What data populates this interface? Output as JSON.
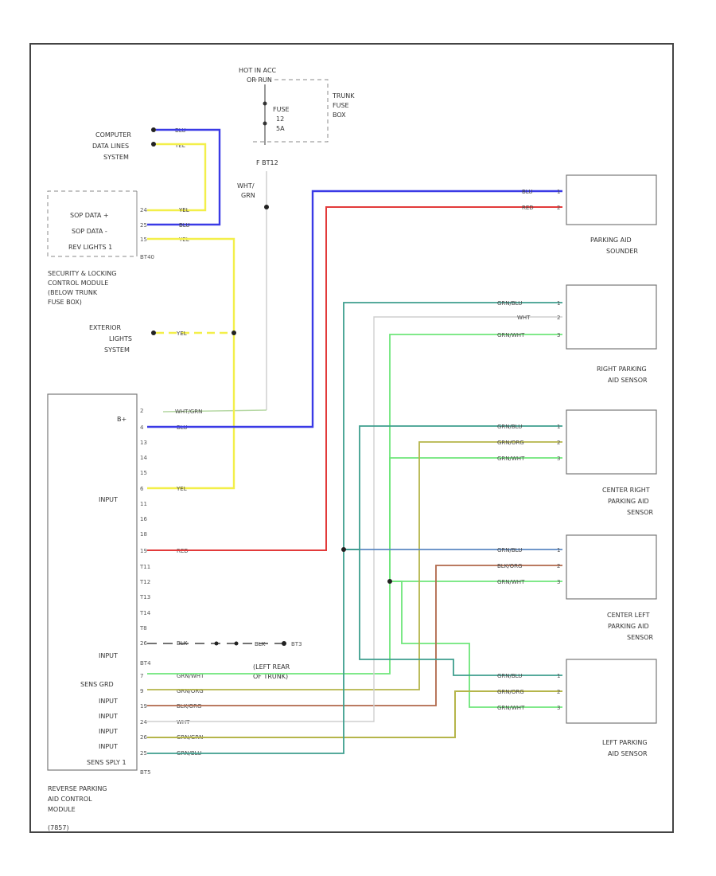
{
  "fuse": {
    "hot_in_place": "HOT IN ACC",
    "or_run": "OR RUN",
    "fuse_label": "FUSE",
    "fuse_number": "12",
    "fuse_amps": "5A",
    "fuse_box": [
      "TRUNK",
      "FUSE",
      "BOX"
    ],
    "connector": "F  BT12",
    "feed_wire": [
      "WHT/",
      "GRN"
    ]
  },
  "computer_data": {
    "label": [
      "COMPUTER",
      "DATA LINES",
      "SYSTEM"
    ],
    "wire1": "BLU",
    "wire2": "YEL"
  },
  "security_module": {
    "pins": [
      {
        "pin": "24",
        "label": "SOP DATA +",
        "wire": "YEL"
      },
      {
        "pin": "25",
        "label": "SOP DATA -",
        "wire": "BLU"
      },
      {
        "pin": "15",
        "label": "REV LIGHTS 1",
        "wire": "YEL"
      }
    ],
    "connector": "BT40",
    "label": [
      "SECURITY & LOCKING",
      "CONTROL MODULE",
      "(BELOW TRUNK",
      "FUSE BOX)"
    ]
  },
  "exterior_lights": {
    "label": [
      "EXTERIOR",
      "LIGHTS",
      "SYSTEM"
    ],
    "wire": "YEL"
  },
  "control_module": {
    "side_labels": {
      "bplus": "B+",
      "input1": "INPUT",
      "input2": "INPUT",
      "sens_grd": "SENS GRD",
      "input3": "INPUT",
      "input4": "INPUT",
      "input5": "INPUT",
      "input6": "INPUT",
      "sens_sply": "SENS SPLY 1"
    },
    "pins_a": [
      "2",
      "4",
      "13",
      "14",
      "15",
      "6",
      "11",
      "16",
      "18",
      "19",
      "T11",
      "T12",
      "T13",
      "T14",
      "T8",
      "26"
    ],
    "pin_labels": {
      "bplus_wire": "WHT/GRN",
      "blu_wire": "BLU",
      "yel_wire": "YEL",
      "red_wire": "RED",
      "gnd_wire": "BLK"
    },
    "connector_b": "BT4",
    "pins_b": [
      "7",
      "9",
      "19",
      "24",
      "26",
      "25"
    ],
    "wires_b": [
      "GRN/WHT",
      "GRN/ORG",
      "BLK/ORG",
      "WHT",
      "GRN/GRN",
      "GRN/BLU"
    ],
    "connector_c": "BT5",
    "label": [
      "REVERSE PARKING",
      "AID CONTROL",
      "MODULE"
    ]
  },
  "ground": {
    "wire": "BLK",
    "connector": "BT3",
    "label": [
      "(LEFT REAR",
      "OF TRUNK)"
    ]
  },
  "sounder": {
    "label": [
      "PARKING AID",
      "SOUNDER"
    ],
    "wires": [
      {
        "color": "BLU",
        "pin": "1"
      },
      {
        "color": "RED",
        "pin": "2"
      }
    ]
  },
  "sensors": [
    {
      "label": [
        "RIGHT PARKING",
        "AID SENSOR"
      ],
      "wires": [
        "GRN/BLU",
        "WHT",
        "GRN/WHT"
      ],
      "pins": [
        "1",
        "2",
        "3"
      ]
    },
    {
      "label": [
        "CENTER RIGHT",
        "PARKING AID",
        "SENSOR"
      ],
      "wires": [
        "GRN/BLU",
        "GRN/ORG",
        "GRN/WHT"
      ],
      "pins": [
        "1",
        "2",
        "3"
      ]
    },
    {
      "label": [
        "CENTER LEFT",
        "PARKING AID",
        "SENSOR"
      ],
      "wires": [
        "GRN/BLU",
        "BLK/ORG",
        "GRN/WHT"
      ],
      "pins": [
        "1",
        "2",
        "3"
      ]
    },
    {
      "label": [
        "LEFT PARKING",
        "AID SENSOR"
      ],
      "wires": [
        "GRN/BLU",
        "GRN/ORG",
        "GRN/WHT"
      ],
      "pins": [
        "1",
        "2",
        "3"
      ]
    }
  ],
  "footer": "(7857)",
  "colors": {
    "blue": "#3a3ae6",
    "red": "#e23a3a",
    "yellow": "#f3ef4a",
    "green": "#6ee67a",
    "teal": "#3e9e8e",
    "olive": "#b5b54a",
    "brown": "#b0684a",
    "grey": "#bbbbbb",
    "frame": "#444444"
  }
}
